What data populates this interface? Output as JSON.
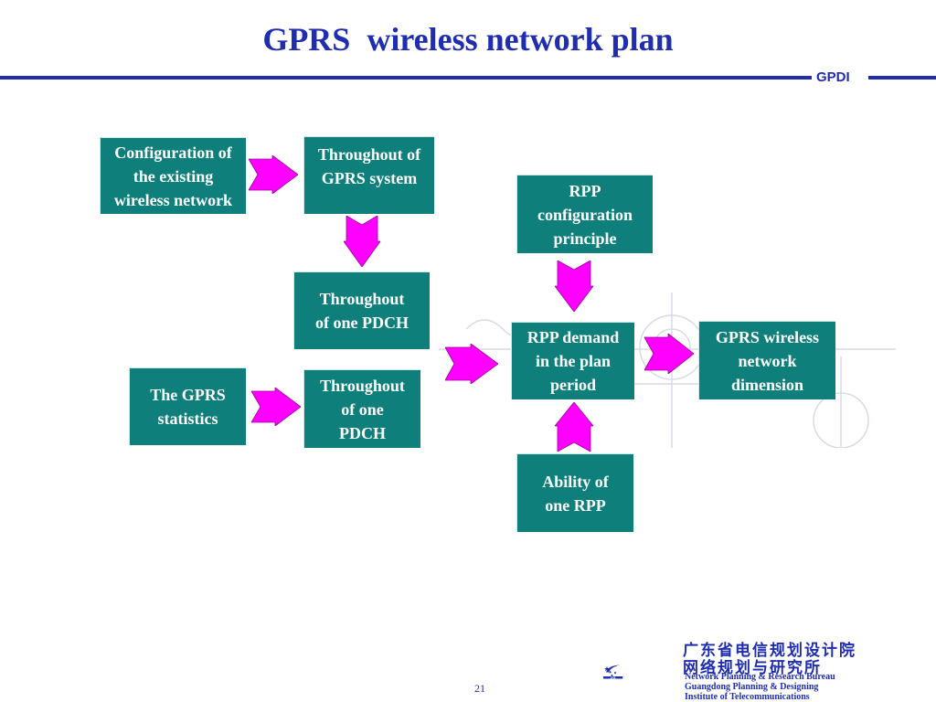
{
  "slide": {
    "title": "GPRS  wireless network plan",
    "header_label": "GPDI",
    "page_number": "21"
  },
  "boxes": {
    "config_existing": [
      "Configuration of",
      "the existing",
      "wireless network"
    ],
    "throughout_system": [
      "Throughout of",
      "GPRS system"
    ],
    "rpp_principle": [
      "RPP",
      "configuration",
      "principle"
    ],
    "throughout_pdch_a": [
      "Throughout",
      "of one PDCH"
    ],
    "rpp_demand": [
      "RPP demand",
      "in the plan",
      "period"
    ],
    "gprs_dimension": [
      "GPRS wireless",
      "network",
      "dimension"
    ],
    "gprs_statistics": [
      "The GPRS",
      "statistics"
    ],
    "throughout_pdch_b": [
      "Throughout",
      "of one",
      "PDCH"
    ],
    "ability_rpp": [
      "Ability of",
      "one RPP"
    ]
  },
  "logo": {
    "cn_line1": "广东省电信规划设计院",
    "cn_line2": "网络规划与研究所",
    "en_line1": "Network Planning & Research Bureau",
    "en_line2": "Guangdong Planning & Designing",
    "en_line3": "Institute of Telecommunications",
    "mark_text": "GPDI"
  },
  "colors": {
    "title": "#1f2db0",
    "box_fill": "#0e7f7a",
    "arrow_fill": "#ff00ff"
  }
}
